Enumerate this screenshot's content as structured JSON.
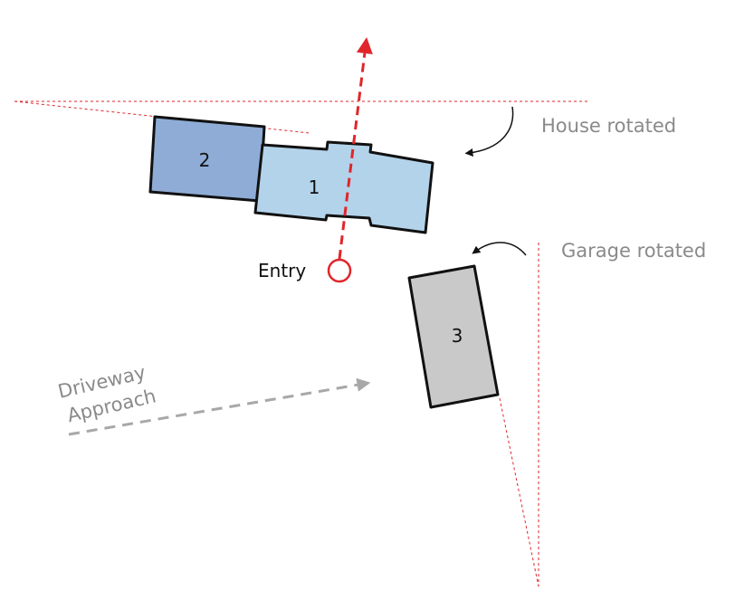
{
  "diagram": {
    "buildings": [
      {
        "id": "1",
        "label": "1",
        "color": "#b3d3ea"
      },
      {
        "id": "2",
        "label": "2",
        "color": "#8eacd6"
      },
      {
        "id": "3",
        "label": "3",
        "color": "#c9c9c9"
      }
    ],
    "labels": {
      "house_rotated": "House rotated",
      "garage_rotated": "Garage rotated",
      "entry": "Entry",
      "driveway_line1": "Driveway",
      "driveway_line2": "Approach"
    },
    "colors": {
      "accent_red": "#e0262b",
      "guide_red": "#e0262b",
      "label_gray": "#8a8a8a",
      "driveway_gray": "#a8a8a8",
      "outline": "#111111"
    }
  }
}
